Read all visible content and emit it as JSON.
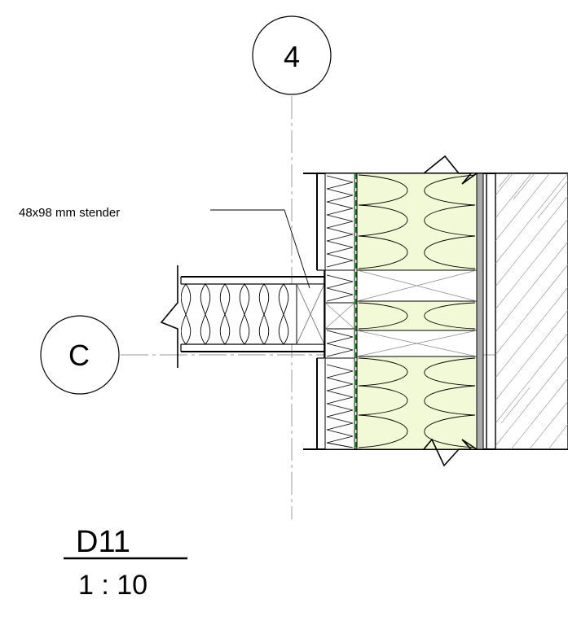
{
  "grid_markers": {
    "vertical": "4",
    "horizontal": "C"
  },
  "annotation": {
    "label": "48x98 mm stender"
  },
  "detail": {
    "id": "D11",
    "scale": "1 : 10"
  },
  "colors": {
    "insulation": "#f2f9d6",
    "vapour_barrier": "#2e7d32",
    "gypsum_board": "#a9a9a9",
    "line": "#000000",
    "hatch": "#8a8a8a",
    "gridline": "#9a9a9a"
  },
  "icons": {
    "break_symbol": "break-line-icon",
    "wool_pattern": "mineral-wool-icon",
    "stud": "stud-cross-icon",
    "brick": "hatched-masonry-icon"
  }
}
